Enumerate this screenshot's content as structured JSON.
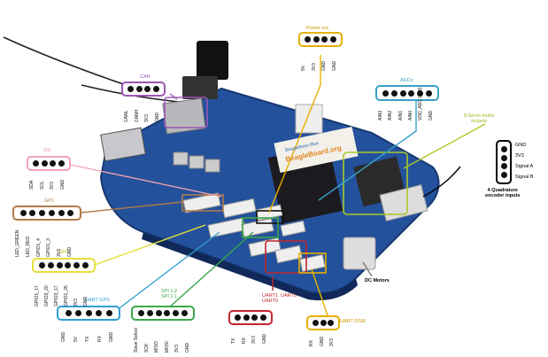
{
  "board": {
    "brand": "BeagleBoard.org",
    "model": "BeagleBone Blue"
  },
  "groups": {
    "power_out": {
      "title": "Power out",
      "pins": [
        "5V",
        "3V3",
        "GND",
        "GND"
      ],
      "color": "#e5b000"
    },
    "can": {
      "title": "CAN",
      "pins": [
        "CANL",
        "CANH",
        "3V3",
        "GND"
      ],
      "color": "#9b58b5"
    },
    "adcs": {
      "title": "ADCs",
      "pins": [
        "AIN3",
        "AIN2",
        "AIN1",
        "AIN0",
        "VDD_ADC (1V8)",
        "GND"
      ],
      "color": "#3aa0c8"
    },
    "i2c": {
      "title": "I2C",
      "pins": [
        "SDA",
        "SCL",
        "3V3",
        "GND"
      ],
      "color": "#f3a3b5"
    },
    "gp1": {
      "title": "GP1",
      "pins": [
        "LED_GREEN",
        "LED_RED",
        "GPIO1_4",
        "GPIO1_3",
        "3V3",
        "GND"
      ],
      "color": "#b07a4a"
    },
    "gp0": {
      "title": "GP0",
      "pins": [
        "GPIO1_17",
        "GPIO3_20",
        "GPIO3_17",
        "GPIO1_25",
        "3V3",
        "GND"
      ],
      "color": "#e5df3a"
    },
    "uart_gps": {
      "title": "UART GPS",
      "pins": [
        "GND",
        "5V",
        "TX",
        "RX",
        "GND"
      ],
      "color": "#2e9fd4"
    },
    "spi": {
      "title": "SPI 1.2\nSPI 1.1",
      "pins": [
        "Slave Select",
        "SCK",
        "MISO",
        "MOSI",
        "3V3",
        "GND"
      ],
      "color": "#3aa84a"
    },
    "uart1": {
      "title": "UART1  UART5\nUART0",
      "pins": [
        "TX",
        "RX",
        "3V3",
        "GND"
      ],
      "color": "#c0282e"
    },
    "uart_dsm": {
      "title": "UART DSM",
      "pins": [
        "RX",
        "GND",
        "3V3"
      ],
      "color": "#e5b000"
    },
    "encoder": {
      "pins": [
        "GND",
        "3V3",
        "Signal A",
        "Signal B"
      ],
      "caption": "4 Quadrature\nencoder inputs",
      "color": "#000000"
    }
  },
  "notes": {
    "servo": {
      "text": "8 Servo motor\noutputs",
      "color": "#a8c92a"
    },
    "dc_motors": {
      "text": "DC Motors"
    }
  }
}
